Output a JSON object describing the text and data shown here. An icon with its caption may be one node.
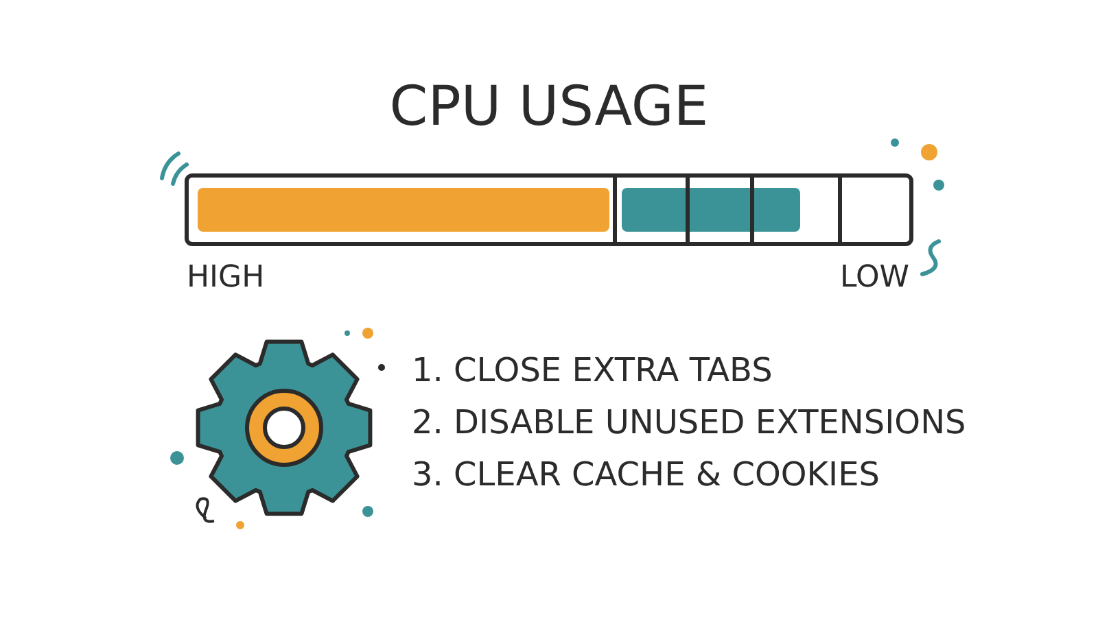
{
  "diagram": {
    "title": "CPU USAGE",
    "labels": [
      "HIGH",
      "LOW",
      "1. CLOSE EXTRA TABS",
      "2. DISABLE UNUSED EXTENSIONS",
      "3. CLEAR CACHE & COOKIES"
    ]
  }
}
